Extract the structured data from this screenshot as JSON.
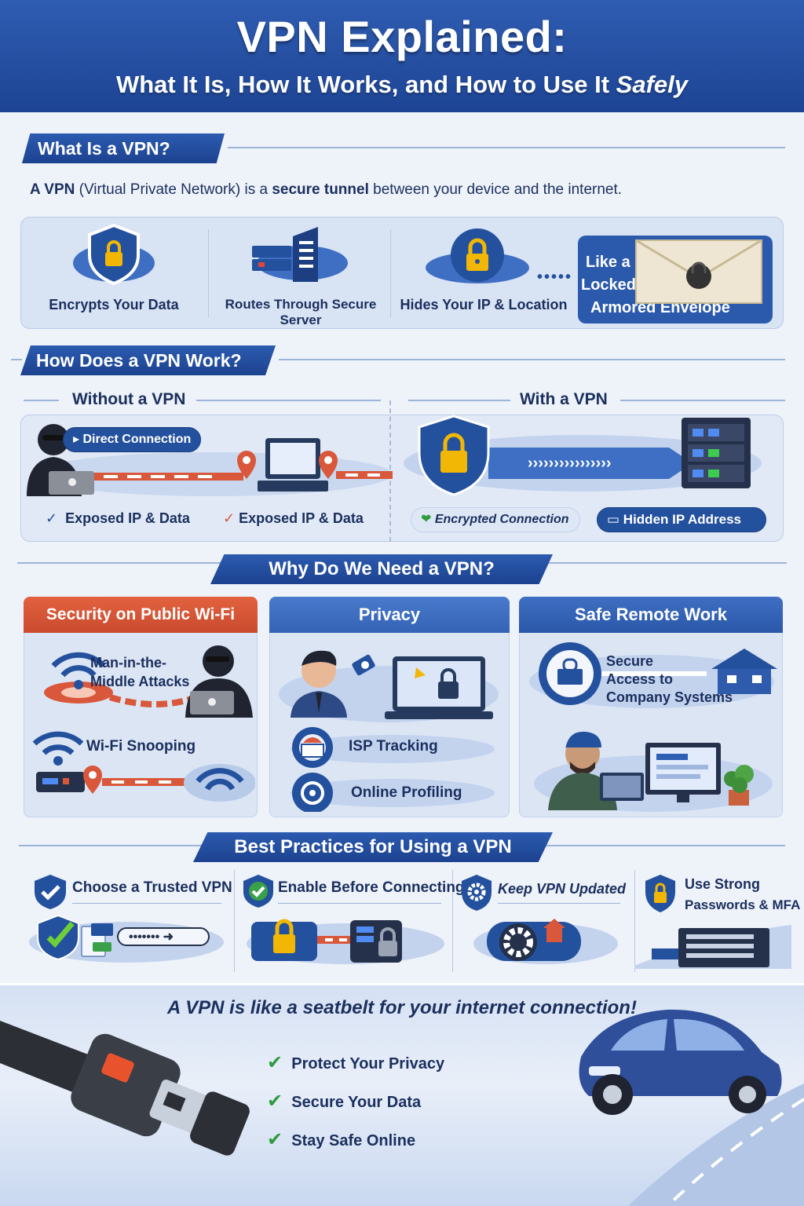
{
  "header": {
    "title": "VPN Explained:",
    "subtitle_main": "What It Is, How It Works, and How to Use It ",
    "subtitle_em": "Safely"
  },
  "what": {
    "title": "What Is a VPN?",
    "intro_a": "A VPN",
    "intro_b": " (Virtual Private Network) is a ",
    "intro_c": "secure tunnel",
    "intro_d": " between your device and the internet.",
    "features": [
      {
        "label": "Encrypts Your Data",
        "icon": "shield-lock-icon"
      },
      {
        "label": "Routes Through Secure Server",
        "icon": "server-icon"
      },
      {
        "label": "Hides Your IP & Location",
        "icon": "padlock-icon"
      }
    ],
    "analogy": [
      "Like a",
      "Locked,",
      "Armored Envelope"
    ]
  },
  "how": {
    "title": "How Does a VPN Work?",
    "without_title": "Without a VPN",
    "with_title": "With a VPN",
    "direct": "Direct Connection",
    "exposed_1": "Exposed IP & Data",
    "exposed_2": "Exposed IP & Data",
    "encrypted": "Encrypted Connection",
    "hidden_ip": "Hidden IP Address"
  },
  "why": {
    "title": "Why Do We Need a VPN?",
    "cards": [
      {
        "title": "Security on Public Wi-Fi",
        "color": "#d9573a",
        "items": [
          "Man-in-the-",
          "Middle Attacks",
          "Wi-Fi Snooping"
        ]
      },
      {
        "title": "Privacy",
        "color": "#3b6cc1",
        "items": [
          "ISP Tracking",
          "Online Profiling"
        ]
      },
      {
        "title": "Safe Remote Work",
        "color": "#2f5fb3",
        "items": [
          "Secure",
          "Access to",
          "Company Systems"
        ]
      }
    ]
  },
  "best": {
    "title": "Best Practices for Using a VPN",
    "items": [
      {
        "line1": "Choose a Trusted VPN",
        "line2": ""
      },
      {
        "line1": "Enable Before Connecting",
        "line2": ""
      },
      {
        "line1": "Keep VPN Updated",
        "line2": ""
      },
      {
        "line1": "Use Strong",
        "line2": "Passwords & MFA"
      }
    ]
  },
  "footer": {
    "tag_a": "A VPN is like a ",
    "tag_b": "seatbelt",
    "tag_c": " for your internet connection!",
    "checks": [
      "Protect Your Privacy",
      "Secure Your Data",
      "Stay Safe Online"
    ]
  },
  "colors": {
    "navy": "#1d4494",
    "accent_red": "#d9573a",
    "check_green": "#2f9b3f",
    "gold": "#f2b705"
  }
}
